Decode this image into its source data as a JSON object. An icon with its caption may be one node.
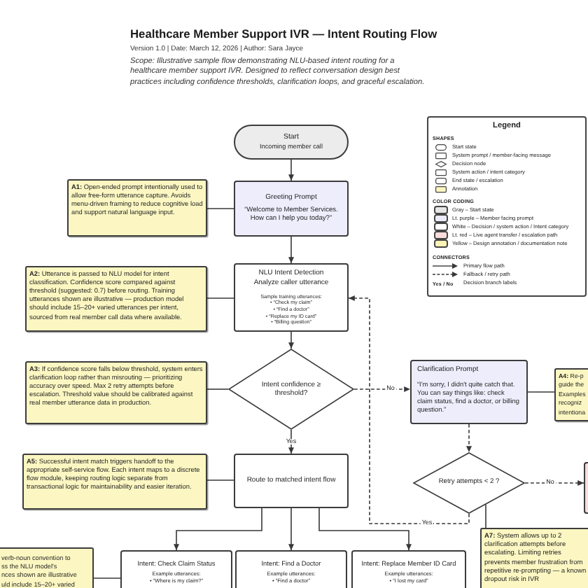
{
  "diagram": {
    "title": "Healthcare Member Support IVR — Intent Routing Flow",
    "nodes": [
      {
        "text": [
          "Start",
          "Incoming member call"
        ]
      },
      {
        "text": [
          "**A1:** Open-ended prompt intentionally used to allow free-form utterance capture. Avoids menu-driven framing to reduce cognitive load and support natural language input."
        ]
      },
      {
        "text": [
          "Greeting Prompt",
          "“Welcome to Member Services. How can I help you today?”"
        ]
      },
      {
        "text": [
          "**A2:** Utterance is passed to NLU model for intent classification. Confidence score compared against threshold (suggested: 0.7) before routing. Training utterances shown are illustrative — production model should include 15–20+ varied utterances per intent, sourced from real member call data where available."
        ]
      },
      {
        "text": [
          "NLU Intent Detection",
          "Analyze caller utterance",
          "Sample training utterances:",
          "• “Check my claim”",
          "• “Find a doctor”",
          "• “Replace my ID card”",
          "• “Billing question”"
        ]
      },
      {
        "text": [
          "**A3:** If confidence score falls below threshold, system enters clarification loop rather than misrouting — prioritizing accuracy over speed. Max 2 retry attempts before escalation. Threshold value should be calibrated against real member utterance data in production."
        ]
      },
      {
        "text": [
          "Intent confidence ≥ threshold?"
        ]
      },
      {
        "text": [
          "Clarification Prompt",
          "“I'm sorry, I didn't quite catch that. You can say things like: check claim status, find a doctor, or billing question.”"
        ]
      },
      {
        "text": [
          "**A4:** Re-p",
          "guide the",
          "Examples",
          "recogniz",
          "intentiona"
        ]
      },
      {
        "text": [
          "**A5:** Successful intent match triggers handoff to the appropriate self-service flow. Each intent maps to a discrete flow module, keeping routing logic separate from transactional logic for maintainability and easier iteration."
        ]
      },
      {
        "text": [
          "Route to matched intent flow"
        ]
      },
      {
        "text": [
          "Retry attempts < 2 ?"
        ]
      },
      {
        "text": [],
        "shape": "box"
      },
      {
        "text": [
          "verb-noun convention to",
          "ss the NLU model's",
          "nces shown are illustrative",
          "uld include 15–20+ varied"
        ]
      },
      {
        "text": [
          "Intent: Check Claim Status",
          "Example utterances:",
          "• “Where is my claim?”"
        ]
      },
      {
        "text": [
          "Intent: Find a Doctor",
          "Example utterances:",
          "• “Find a doctor”"
        ]
      },
      {
        "text": [
          "Intent: Replace Member ID Card",
          "Example utterances:",
          "• “I lost my card”"
        ]
      },
      {
        "text": [
          "**A7:** System allows up to 2 clarification attempts before escalating. Limiting retries prevents member frustration from repetitive re-prompting — a known dropout risk in IVR"
        ]
      }
    ],
    "edges": [
      {
        "from": 0,
        "to": 2,
        "arrow": "to"
      },
      {
        "from": 2,
        "to": 4,
        "arrow": "to"
      },
      {
        "from": 4,
        "to": 6,
        "arrow": "to"
      },
      {
        "from": 6,
        "to": 10,
        "arrow": "to",
        "label": "Yes"
      },
      {
        "from": 6,
        "to": 7,
        "arrow": "to",
        "label": "No",
        "style": "dashed"
      },
      {
        "from": 7,
        "to": 11,
        "arrow": "to",
        "style": "dashed"
      },
      {
        "from": 11,
        "to": 4,
        "arrow": "to",
        "label": "Yes",
        "style": "dashed"
      },
      {
        "from": 11,
        "to": 12,
        "arrow": "to",
        "label": "No",
        "style": "dashed"
      },
      {
        "from": 10,
        "to": 14,
        "arrow": "to"
      },
      {
        "from": 10,
        "to": 15,
        "arrow": "to"
      },
      {
        "from": 10,
        "to": 16,
        "arrow": "to"
      },
      {
        "from": 1,
        "to": 2,
        "arrow": "none"
      },
      {
        "from": 3,
        "to": 4,
        "arrow": "none"
      },
      {
        "from": 5,
        "to": 6,
        "arrow": "none"
      },
      {
        "from": 7,
        "to": 8,
        "arrow": "none"
      },
      {
        "from": 9,
        "to": 10,
        "arrow": "none"
      },
      {
        "from": 11,
        "to": 17,
        "arrow": "none"
      },
      {
        "from": 13,
        "to": 14,
        "arrow": "none"
      }
    ],
    "labels": [
      "Version 1.0 | Date: March 12, 2026 | Author: Sara Jayce",
      "Scope: Illustrative sample flow demonstrating NLU-based intent routing for a healthcare member support IVR. Designed to reflect conversation design best practices including confidence thresholds, clarification loops, and graceful escalation.",
      "Legend",
      "SHAPES",
      "COLOR CODING",
      "CONNECTORS",
      "Yes / No"
    ],
    "legend": [
      {
        "text": "Start state"
      },
      {
        "text": "System prompt / member-facing message"
      },
      {
        "text": "Decision node"
      },
      {
        "text": "System action / intent category"
      },
      {
        "text": "End state / escalation"
      },
      {
        "text": "Annotation"
      },
      {
        "text": "Gray – Start state",
        "color": "#e6e6e6"
      },
      {
        "text": "Lt. purple – Member facing prompt",
        "color": "#ecebfb"
      },
      {
        "text": "White – Decision / system action / Intent category",
        "color": "#ffffff"
      },
      {
        "text": "Lt. red – Live agent transfer / escalation path",
        "color": "#fbdcdc"
      },
      {
        "text": "Yellow – Design annotation / documentation note",
        "color": "#fbf3b5"
      },
      {
        "text": "Primary flow path"
      },
      {
        "text": "Fallback / retry path"
      },
      {
        "text": "Decision branch labels"
      }
    ]
  }
}
